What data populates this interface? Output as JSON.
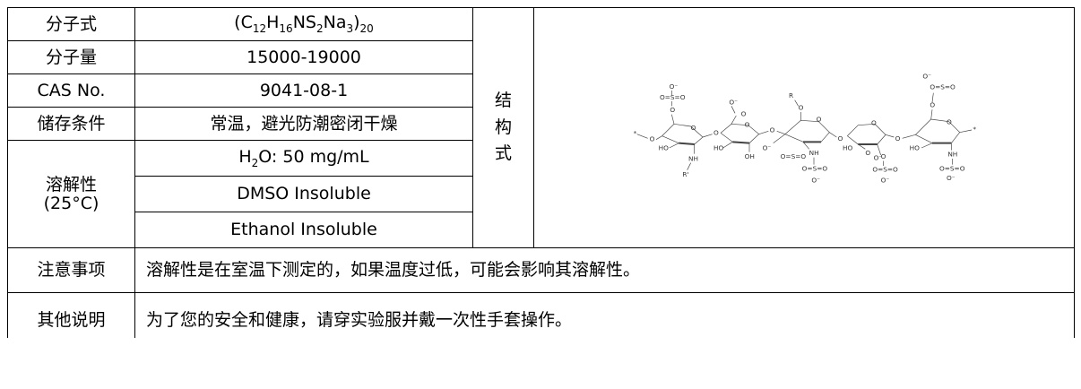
{
  "rows": {
    "formula": {
      "label": "分子式",
      "value_open": "(C",
      "c_sub": "12",
      "h": "H",
      "h_sub": "16",
      "ns": "NS",
      "s_sub": "2",
      "na": "Na",
      "na_sub": "3",
      "close": ")",
      "n_sub": "20"
    },
    "weight": {
      "label": "分子量",
      "value": "15000-19000"
    },
    "cas": {
      "label": "CAS No.",
      "value": "9041-08-1"
    },
    "storage": {
      "label": "储存条件",
      "value": "常温，避光防潮密闭干燥"
    },
    "solubility": {
      "label_line1": "溶解性",
      "label_line2": "(25°C)",
      "water_h": "H",
      "water_sub": "2",
      "water_rest": "O: 50 mg/mL",
      "dmso": "DMSO Insoluble",
      "ethanol": "Ethanol Insoluble"
    },
    "structure": {
      "label_chars": [
        "结",
        "构",
        "式"
      ]
    },
    "notes": {
      "label": "注意事项",
      "value": "溶解性是在室温下测定的，如果温度过低，可能会影响其溶解性。"
    },
    "other": {
      "label": "其他说明",
      "value": "为了您的安全和健康，请穿实验服并戴一次性手套操作。"
    }
  },
  "structure_labels": {
    "star": "*",
    "ho": "HO",
    "oh": "OH",
    "nh": "NH",
    "r": "R",
    "r_prime": "R'",
    "o": "O",
    "o_minus": "O⁻",
    "s": "S",
    "oso3": "O=S=O"
  }
}
